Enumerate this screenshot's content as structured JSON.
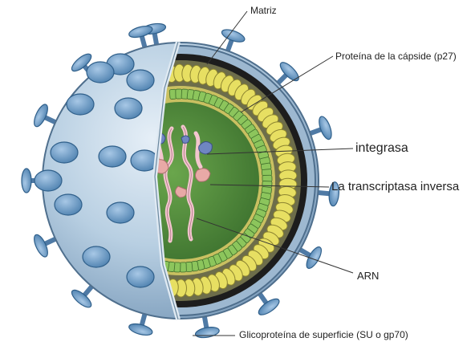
{
  "labels": {
    "matrix": "Matriz",
    "capsid_protein": "Proteína de la cápside (p27)",
    "integrase": "integrasa",
    "reverse_transcriptase": "La transcriptasa inversa",
    "rna": "ARN",
    "surface_glycoprotein": "Glicoproteína de superficie (SU o gp70)"
  },
  "colors": {
    "envelope": "#b8cfe2",
    "envelope_dark": "#7f9fbd",
    "spike": "#6fa0cb",
    "spike_dark": "#2f5f8a",
    "capsid_yellow": "#e7df62",
    "capsid_green_ring": "#8cc55c",
    "core_green": "#4f8a3b",
    "rna_pink": "#f4c6cf",
    "integrase_blue": "#6f86c2",
    "black_layer": "#1d1d1d"
  }
}
